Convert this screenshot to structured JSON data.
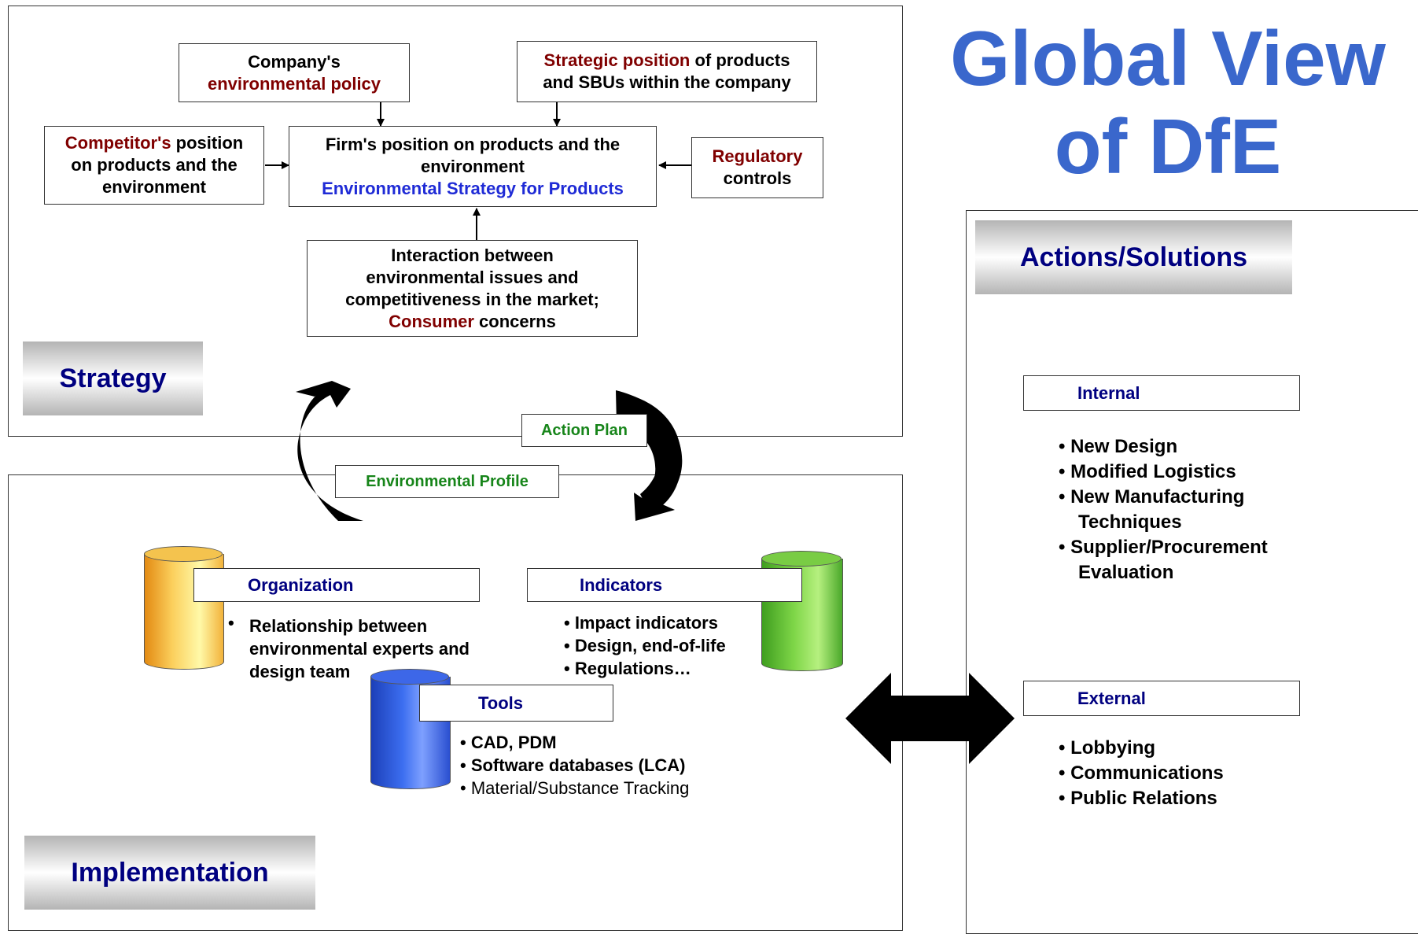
{
  "title": {
    "line1": "Global View",
    "line2": "of DfE"
  },
  "strategy": {
    "label": "Strategy",
    "policy": {
      "a": "Company's",
      "b": "environmental policy"
    },
    "strategic": {
      "a": "Strategic position",
      "b": " of products",
      "c": "and SBUs within the company"
    },
    "competitor": {
      "a": "Competitor's",
      "b": " position",
      "c": "on products and the",
      "d": "environment"
    },
    "firm": {
      "a": "Firm's position on products and the",
      "b": "environment",
      "c": "Environmental Strategy for Products"
    },
    "regulatory": {
      "a": "Regulatory",
      "b": "controls"
    },
    "interaction": {
      "a": "Interaction between",
      "b": "environmental issues and",
      "c": "competitiveness in the market;",
      "d": "Consumer",
      "e": " concerns"
    }
  },
  "cycle": {
    "action_plan": "Action Plan",
    "environmental_profile": "Environmental Profile"
  },
  "implementation": {
    "label": "Implementation",
    "organization": {
      "title": "Organization",
      "bullet": "•",
      "l1": "Relationship between",
      "l2": "environmental experts and",
      "l3": "design team"
    },
    "indicators": {
      "title": "Indicators",
      "items": [
        "• Impact indicators",
        "• Design, end-of-life",
        "• Regulations…"
      ]
    },
    "tools": {
      "title": "Tools",
      "items": [
        "• CAD, PDM",
        "• Software databases (LCA)",
        "• Material/Substance Tracking"
      ]
    }
  },
  "actions": {
    "label": "Actions/Solutions",
    "internal": {
      "title": "Internal",
      "items": [
        "• New Design",
        "• Modified Logistics",
        "• New Manufacturing",
        "Techniques",
        "• Supplier/Procurement",
        "Evaluation"
      ]
    },
    "external": {
      "title": "External",
      "items": [
        "• Lobbying",
        "• Communications",
        "• Public Relations"
      ]
    }
  },
  "colors": {
    "title_blue": "#3a67cc",
    "accent_red": "#800000",
    "strategy_blue": "#1f2bd6",
    "cycle_green": "#17851a",
    "label_navy": "#000080"
  }
}
